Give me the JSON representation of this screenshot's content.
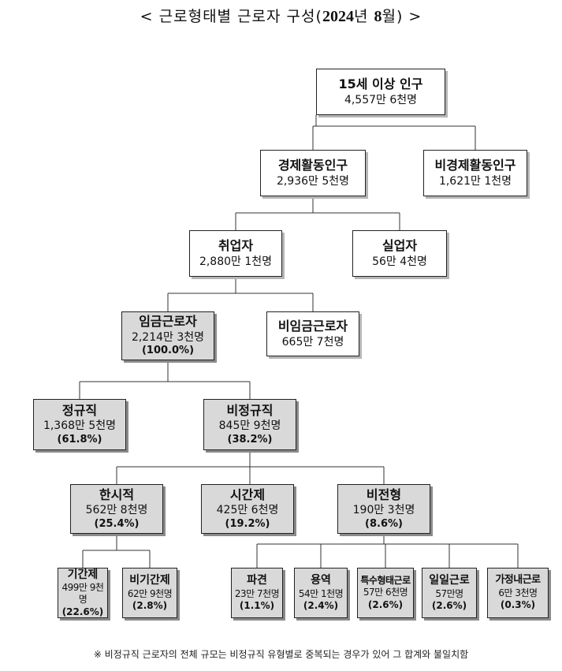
{
  "title": {
    "prefix": "< 근로형태별 근로자 구성(",
    "year": "2024",
    "mid": "년 ",
    "month": "8",
    "suffix": "월) >"
  },
  "boxes": {
    "pop15": {
      "name": "15세 이상 인구",
      "value": "4,557만 6천명"
    },
    "econ": {
      "name": "경제활동인구",
      "value": "2,936만 5천명"
    },
    "nonecon": {
      "name": "비경제활동인구",
      "value": "1,621만 1천명"
    },
    "employed": {
      "name": "취업자",
      "value": "2,880만 1천명"
    },
    "unemployed": {
      "name": "실업자",
      "value": "56만 4천명"
    },
    "wage": {
      "name": "임금근로자",
      "value": "2,214만 3천명",
      "pct": "(100.0%)"
    },
    "nonwage": {
      "name": "비임금근로자",
      "value": "665만 7천명"
    },
    "regular": {
      "name": "정규직",
      "value": "1,368만 5천명",
      "pct": "(61.8%)"
    },
    "nonregular": {
      "name": "비정규직",
      "value": "845만 9천명",
      "pct": "(38.2%)"
    },
    "temporary": {
      "name": "한시적",
      "value": "562만 8천명",
      "pct": "(25.4%)"
    },
    "parttime": {
      "name": "시간제",
      "value": "425만 6천명",
      "pct": "(19.2%)"
    },
    "atypical": {
      "name": "비전형",
      "value": "190만 3천명",
      "pct": "(8.6%)"
    },
    "fixedterm": {
      "name": "기간제",
      "value": "499만 9천명",
      "pct": "(22.6%)"
    },
    "nonfixed": {
      "name": "비기간제",
      "value": "62만 9천명",
      "pct": "(2.8%)"
    },
    "dispatch": {
      "name": "파견",
      "value": "23만 7천명",
      "pct": "(1.1%)"
    },
    "contract": {
      "name": "용역",
      "value": "54만 1천명",
      "pct": "(2.4%)"
    },
    "special": {
      "name": "특수형태근로",
      "value": "57만 6천명",
      "pct": "(2.6%)"
    },
    "daily": {
      "name": "일일근로",
      "value": "57만명",
      "pct": "(2.6%)"
    },
    "homework": {
      "name": "가정내근로",
      "value": "6만 3천명",
      "pct": "(0.3%)"
    }
  },
  "note": "※ 비정규직 근로자의 전체 규모는 비정규직 유형별로 중복되는 경우가 있어 그 합계와 불일치함"
}
